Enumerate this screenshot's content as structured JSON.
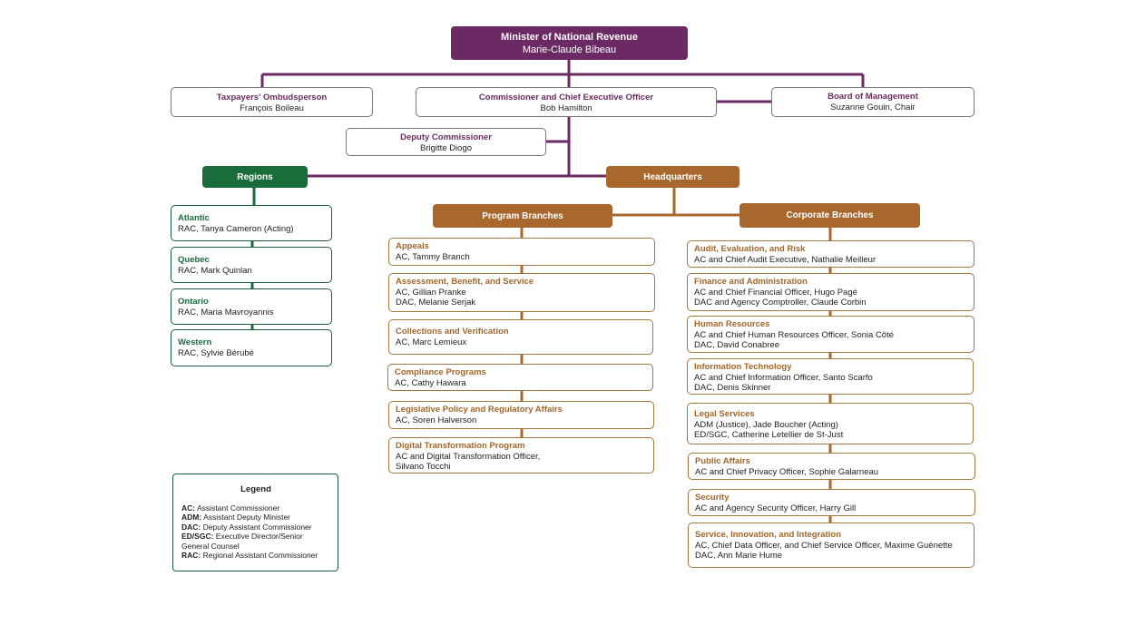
{
  "minister": {
    "title": "Minister of National Revenue",
    "name": "Marie-Claude Bibeau"
  },
  "ombudsperson": {
    "title": "Taxpayers' Ombudsperson",
    "name": "François Boileau"
  },
  "commissioner": {
    "title": "Commissioner and Chief Executive Officer",
    "name": "Bob Hamilton"
  },
  "board": {
    "title": "Board of Management",
    "name": "Suzanne Gouin, Chair"
  },
  "deputy": {
    "title": "Deputy Commissioner",
    "name": "Brigitte Diogo"
  },
  "regions": {
    "label": "Regions",
    "items": [
      {
        "title": "Atlantic",
        "lines": [
          "RAC, Tanya Cameron (Acting)"
        ]
      },
      {
        "title": "Quebec",
        "lines": [
          "RAC, Mark Quinlan"
        ]
      },
      {
        "title": "Ontario",
        "lines": [
          "RAC, Maria Mavroyannis"
        ]
      },
      {
        "title": "Western",
        "lines": [
          "RAC, Sylvie Bérubé"
        ]
      }
    ]
  },
  "headquarters": {
    "label": "Headquarters"
  },
  "program_branches": {
    "label": "Program Branches",
    "items": [
      {
        "title": "Appeals",
        "lines": [
          "AC, Tammy Branch"
        ]
      },
      {
        "title": "Assessment, Benefit, and Service",
        "lines": [
          "AC, Gillian Pranke",
          "DAC, Melanie Serjak"
        ]
      },
      {
        "title": "Collections and Verification",
        "lines": [
          "AC, Marc Lemieux"
        ]
      },
      {
        "title": "Compliance Programs",
        "lines": [
          "AC, Cathy Hawara"
        ]
      },
      {
        "title": "Legislative Policy and Regulatory Affairs",
        "lines": [
          "AC, Soren Halverson"
        ]
      },
      {
        "title": "Digital Transformation Program",
        "lines": [
          "AC and Digital Transformation Officer,",
          "Silvano Tocchi"
        ]
      }
    ]
  },
  "corporate_branches": {
    "label": "Corporate Branches",
    "items": [
      {
        "title": "Audit, Evaluation, and Risk",
        "lines": [
          "AC and Chief Audit Executive, Nathalie Meilleur"
        ]
      },
      {
        "title": "Finance and Administration",
        "lines": [
          "AC and Chief Financial Officer, Hugo Pagé",
          "DAC and Agency Comptroller, Claude Corbin"
        ]
      },
      {
        "title": "Human Resources",
        "lines": [
          "AC and Chief Human Resources Officer, Sonia Côté",
          "DAC, David Conabree"
        ]
      },
      {
        "title": "Information Technology",
        "lines": [
          "AC and Chief Information Officer, Santo Scarfo",
          "DAC, Denis Skinner"
        ]
      },
      {
        "title": "Legal Services",
        "lines": [
          "ADM (Justice), Jade Boucher (Acting)",
          "ED/SGC, Catherine Letellier de St-Just"
        ]
      },
      {
        "title": "Public Affairs",
        "lines": [
          "AC and Chief Privacy Officer, Sophie Galarneau"
        ]
      },
      {
        "title": "Security",
        "lines": [
          "AC and Agency Security Officer, Harry Gill"
        ]
      },
      {
        "title": "Service, Innovation, and Integration",
        "lines": [
          "AC, Chief Data Officer, and Chief Service Officer, Maxime Guénette",
          "DAC, Ann Marie Hume"
        ]
      }
    ]
  },
  "legend": {
    "title": "Legend",
    "entries": [
      {
        "abbr": "AC:",
        "text": "Assistant Commissioner"
      },
      {
        "abbr": "ADM:",
        "text": "Assistant Deputy Minister"
      },
      {
        "abbr": "DAC:",
        "text": "Deputy Assistant Commissioner"
      },
      {
        "abbr": "ED/SGC:",
        "text": "Executive Director/Senior General Counsel"
      },
      {
        "abbr": "RAC:",
        "text": "Regional Assistant Commissioner"
      }
    ]
  },
  "colors": {
    "purple": "#6b2a63",
    "brown": "#a8672d",
    "green": "#1a6d3b"
  }
}
